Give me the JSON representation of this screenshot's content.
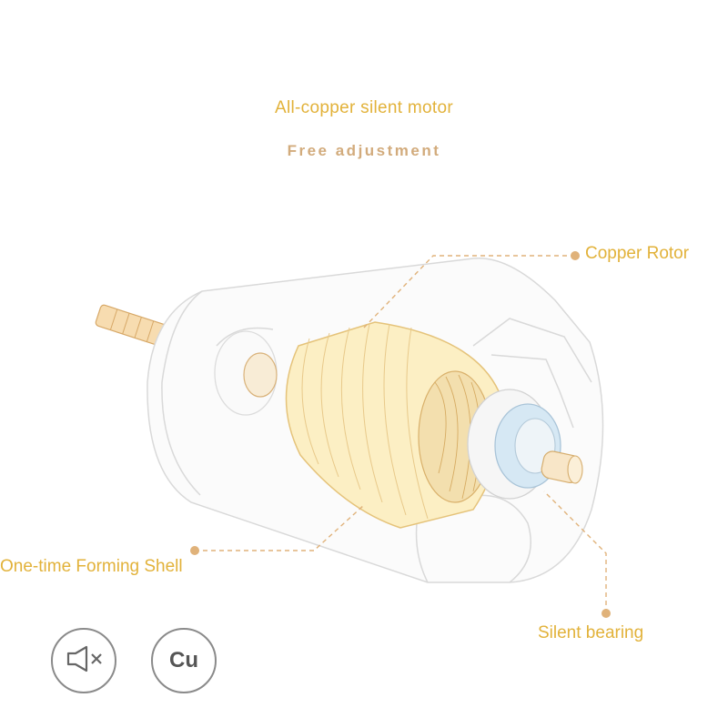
{
  "header": {
    "title": "All-copper silent motor",
    "subtitle": "Free adjustment"
  },
  "callouts": {
    "rotor": "Copper Rotor",
    "shell": "One-time Forming Shell",
    "bearing": "Silent bearing"
  },
  "badges": {
    "silent_icon": "speaker-mute-icon",
    "copper_text": "Cu"
  },
  "colors": {
    "accent_gold": "#e2b23a",
    "subtitle_tan": "#d2ab7c",
    "leader_line": "#e0b27a",
    "rotor_fill": "#fcefc4",
    "bearing_blue": "#d6e8f4",
    "outline_gray": "#d9d9d9"
  }
}
